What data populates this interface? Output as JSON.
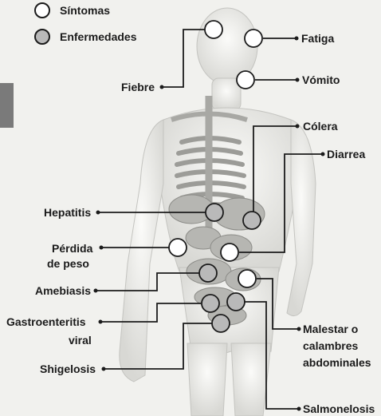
{
  "legend": {
    "symptoms": "Síntomas",
    "diseases": "Enfermedades"
  },
  "labels": {
    "fever": "Fiebre",
    "fatigue": "Fatiga",
    "vomiting": "Vómito",
    "cholera": "Cólera",
    "diarrhea": "Diarrea",
    "hepatitis": "Hepatitis",
    "weight_loss_1": "Pérdida",
    "weight_loss_2": "de peso",
    "amebiasis": "Amebiasis",
    "gastro_1": "Gastroenteritis",
    "gastro_2": "viral",
    "shigellosis": "Shigelosis",
    "abdominal_1": "Malestar o",
    "abdominal_2": "calambres",
    "abdominal_3": "abdominales",
    "salmonellosis": "Salmonelosis"
  },
  "colors": {
    "symptom_fill": "#ffffff",
    "disease_fill": "#b9b9b9",
    "stroke": "#1b1b1b"
  }
}
